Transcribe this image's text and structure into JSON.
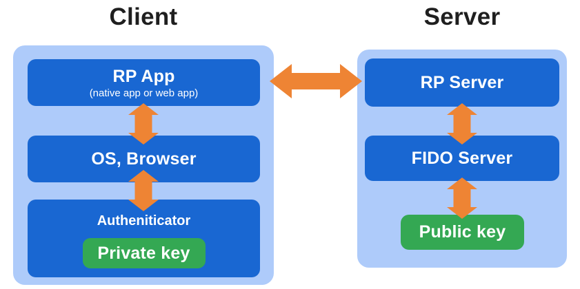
{
  "client": {
    "title": "Client",
    "rp_app": {
      "label": "RP App",
      "sublabel": "(native app or web app)"
    },
    "os_browser": {
      "label": "OS, Browser"
    },
    "authenticator": {
      "label": "Autheniticator"
    },
    "private_key": {
      "label": "Private key"
    }
  },
  "server": {
    "title": "Server",
    "rp_server": {
      "label": "RP Server"
    },
    "fido_server": {
      "label": "FIDO Server"
    },
    "public_key": {
      "label": "Public key"
    }
  },
  "arrows": [
    {
      "name": "client-server-arrow",
      "direction": "horizontal-bidirectional",
      "connects": [
        "RP App",
        "RP Server"
      ]
    },
    {
      "name": "rp-app-os-arrow",
      "direction": "vertical-bidirectional",
      "connects": [
        "RP App",
        "OS, Browser"
      ]
    },
    {
      "name": "os-authenticator-arrow",
      "direction": "vertical-bidirectional",
      "connects": [
        "OS, Browser",
        "Autheniticator"
      ]
    },
    {
      "name": "rp-server-fido-arrow",
      "direction": "vertical-bidirectional",
      "connects": [
        "RP Server",
        "FIDO Server"
      ]
    },
    {
      "name": "fido-public-key-arrow",
      "direction": "vertical-bidirectional",
      "connects": [
        "FIDO Server",
        "Public key"
      ]
    }
  ],
  "colors": {
    "background": "#ffffff",
    "panel_bg": "#aecbfa",
    "box_bg": "#1967d2",
    "key_bg": "#34a853",
    "arrow": "#ee8434",
    "title_text": "#1f1f1f",
    "box_text": "#ffffff"
  }
}
